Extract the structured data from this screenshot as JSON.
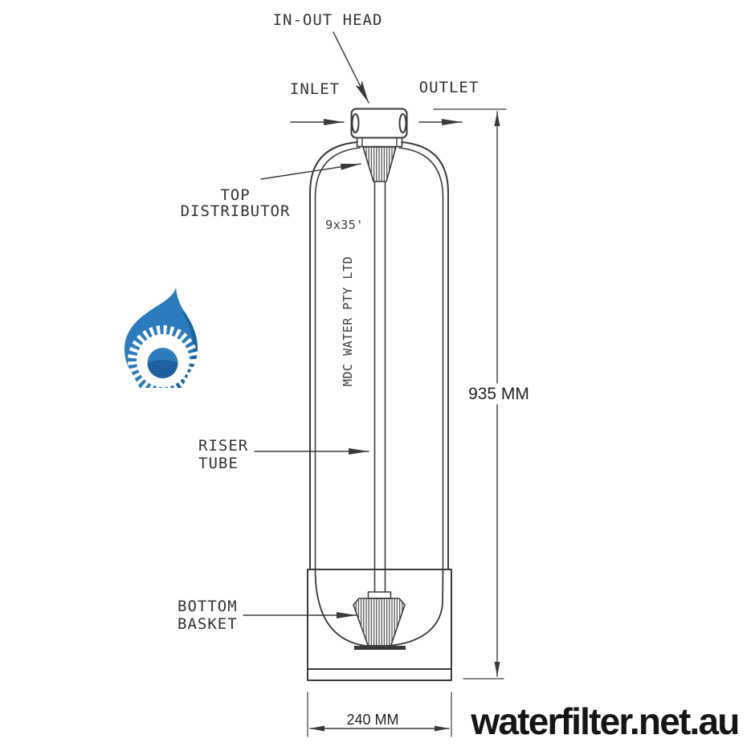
{
  "diagram": {
    "callouts": {
      "in_out_head": "IN-OUT HEAD",
      "inlet": "INLET",
      "outlet": "OUTLET",
      "top_distributor_line1": "TOP",
      "top_distributor_line2": "DISTRIBUTOR",
      "riser_tube_line1": "RISER",
      "riser_tube_line2": "TUBE",
      "bottom_basket_line1": "BOTTOM",
      "bottom_basket_line2": "BASKET"
    },
    "tank": {
      "size_label": "9x35'",
      "brand_label": "MDC WATER PTY LTD"
    },
    "dimensions": {
      "height": "935 MM",
      "width": "240 MM"
    },
    "watermark": "waterfilter.net.au",
    "colors": {
      "line": "#3a3a3a",
      "label_text": "#333333",
      "dim_text": "#222222",
      "watermark_text": "#161616",
      "logo_blue": "#2c7bbd",
      "logo_blue_dark": "#1d5f9f",
      "logo_white": "#ffffff"
    }
  }
}
